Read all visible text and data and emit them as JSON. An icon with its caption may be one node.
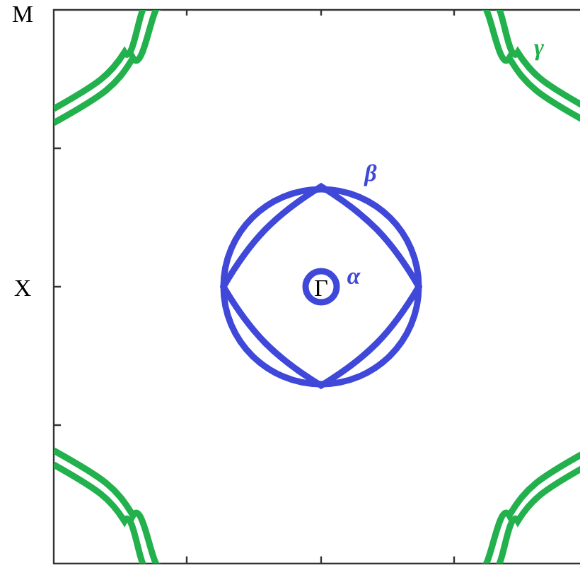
{
  "diagram": {
    "labels": [
      "M",
      "X",
      "Γ",
      "α",
      "β",
      "γ"
    ]
  }
}
